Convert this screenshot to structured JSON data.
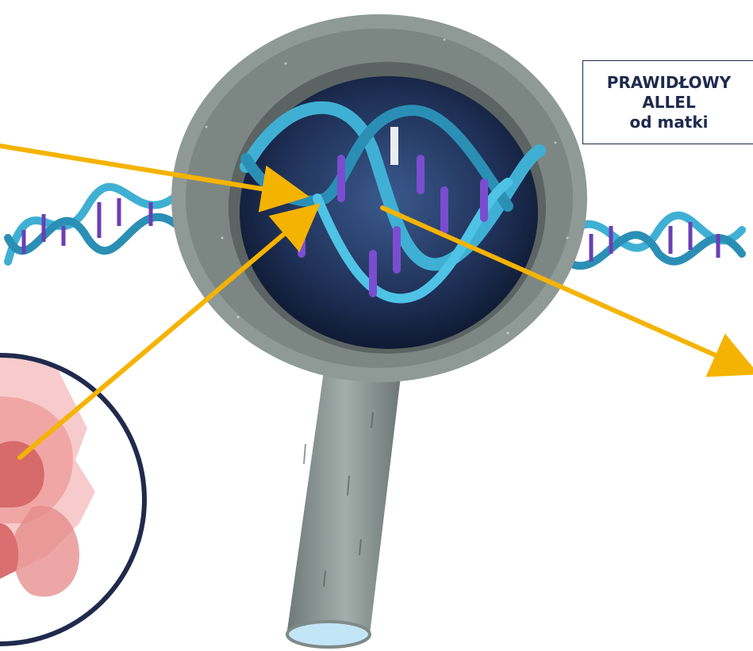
{
  "label": {
    "line1": "PRAWIDŁOWY",
    "line2": "ALLEL",
    "line3": "od matki"
  },
  "colors": {
    "arrow": "#f5b301",
    "outline": "#1f2a4d",
    "dna_strand": "#3fb0d4",
    "dna_base": "#6a3fb5",
    "lens_frame": "#8f9a97",
    "cells": "#e88a8a"
  },
  "icons": [
    "magnifying-glass",
    "dna-helix",
    "cell-cluster"
  ]
}
